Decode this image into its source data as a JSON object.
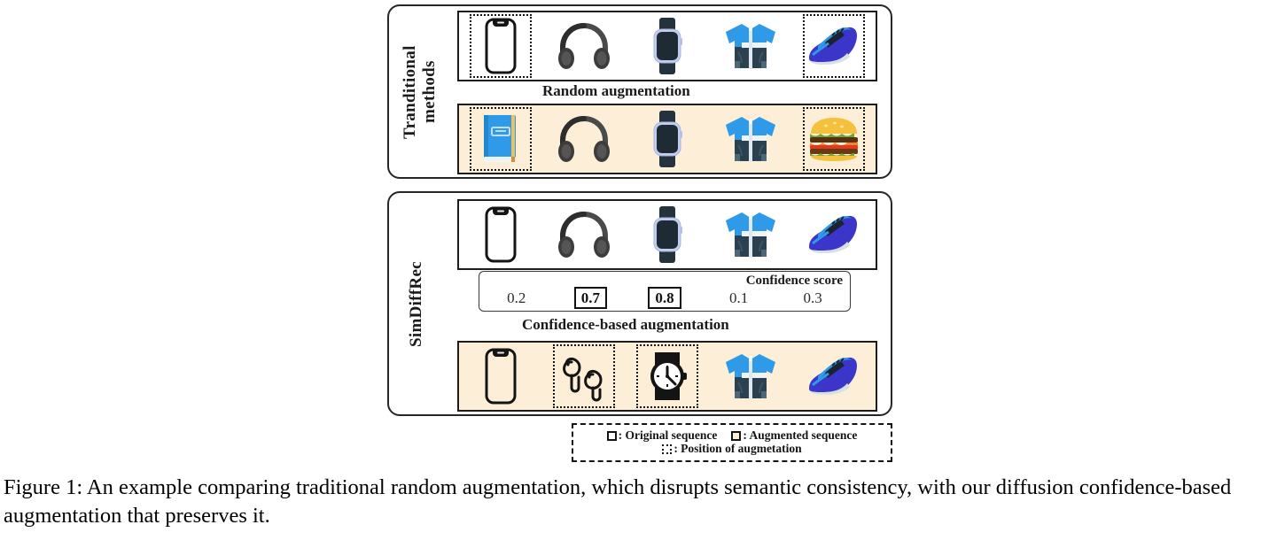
{
  "figure": {
    "panels": [
      {
        "id": "traditional",
        "side_label": "Tranditional\nmethods",
        "transition_label": "Random augmentation",
        "rows": [
          {
            "kind": "original",
            "items": [
              {
                "icon": "smartphone-icon",
                "marked": true
              },
              {
                "icon": "headphones-icon",
                "marked": false
              },
              {
                "icon": "smartwatch-icon",
                "marked": false
              },
              {
                "icon": "jacket-icon",
                "marked": false
              },
              {
                "icon": "sneaker-icon",
                "marked": true
              }
            ]
          },
          {
            "kind": "augmented",
            "items": [
              {
                "icon": "book-icon",
                "marked": true
              },
              {
                "icon": "headphones-icon",
                "marked": false
              },
              {
                "icon": "smartwatch-icon",
                "marked": false
              },
              {
                "icon": "jacket-icon",
                "marked": false
              },
              {
                "icon": "hamburger-icon",
                "marked": true
              }
            ]
          }
        ]
      },
      {
        "id": "simdiffrec",
        "side_label": "SimDiffRec",
        "transition_label": "Confidence-based augmentation",
        "rows": [
          {
            "kind": "original",
            "items": [
              {
                "icon": "smartphone-outline-icon",
                "marked": false
              },
              {
                "icon": "headphones-icon",
                "marked": false
              },
              {
                "icon": "smartwatch-icon",
                "marked": false
              },
              {
                "icon": "jacket-icon",
                "marked": false
              },
              {
                "icon": "sneaker-icon",
                "marked": false
              }
            ]
          },
          {
            "kind": "augmented",
            "items": [
              {
                "icon": "smartphone-outline-icon",
                "marked": false
              },
              {
                "icon": "earbuds-icon",
                "marked": true
              },
              {
                "icon": "wristwatch-icon",
                "marked": true
              },
              {
                "icon": "jacket-icon",
                "marked": false
              },
              {
                "icon": "sneaker-icon",
                "marked": false
              }
            ]
          }
        ],
        "confidence": {
          "title": "Confidence score",
          "scores": [
            {
              "value": "0.2",
              "highlighted": false
            },
            {
              "value": "0.7",
              "highlighted": true
            },
            {
              "value": "0.8",
              "highlighted": true
            },
            {
              "value": "0.1",
              "highlighted": false
            },
            {
              "value": "0.3",
              "highlighted": false
            }
          ]
        }
      }
    ],
    "legend": {
      "original": ": Original sequence",
      "augmented": ": Augmented sequence",
      "position": ": Position of augmetation"
    },
    "colors": {
      "augmented_background": "#fdeed7",
      "green_arrow": "#a9cec3",
      "blue_arrow": "#aec4d8",
      "panel_border": "#262626",
      "accent_blue": "#2f9ae8"
    }
  },
  "caption": {
    "label": "Figure 1:",
    "text": " An example comparing traditional random augmentation, which disrupts semantic consistency, with our diffusion confidence-based augmentation that preserves it."
  }
}
